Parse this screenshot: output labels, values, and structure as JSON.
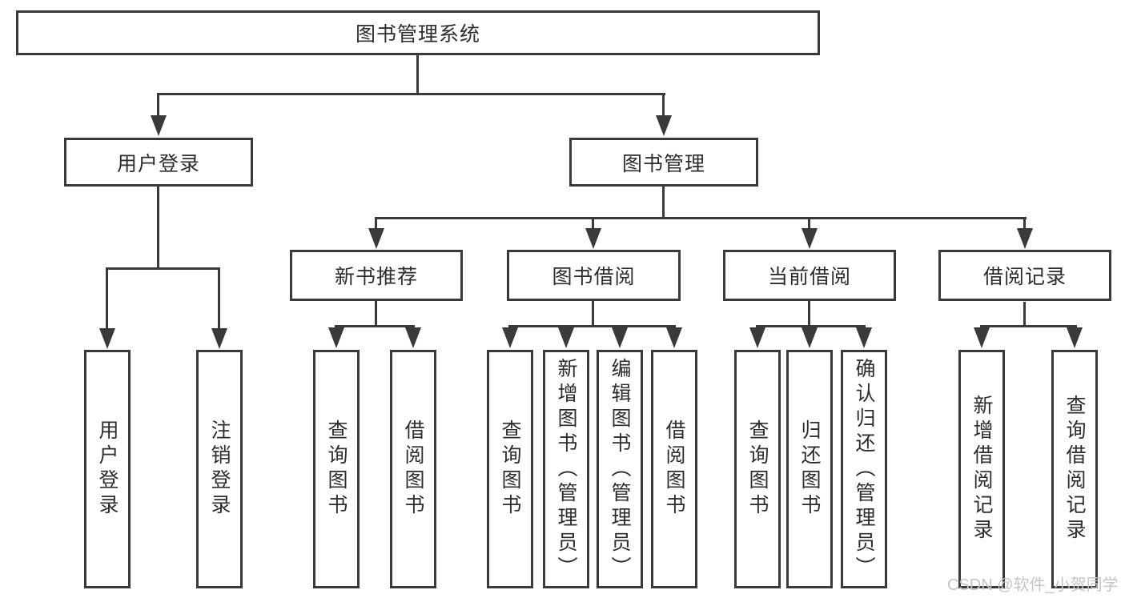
{
  "diagram": {
    "root": {
      "label": "图书管理系统"
    },
    "level1": [
      {
        "label": "用户登录"
      },
      {
        "label": "图书管理"
      }
    ],
    "level2": [
      {
        "label": "新书推荐"
      },
      {
        "label": "图书借阅"
      },
      {
        "label": "当前借阅"
      },
      {
        "label": "借阅记录"
      }
    ],
    "leaves": {
      "user_login": [
        "用户登录",
        "注销登录"
      ],
      "new_book": [
        "查询图书",
        "借阅图书"
      ],
      "book_borrow": [
        "查询图书",
        "新增图书（管理员）",
        "编辑图书（管理员）",
        "借阅图书"
      ],
      "current_borrow": [
        "查询图书",
        "归还图书",
        "确认归还（管理员）"
      ],
      "borrow_records": [
        "新增借阅记录",
        "查询借阅记录"
      ]
    }
  },
  "watermark": {
    "text": "CSDN @软件_小贺同学"
  },
  "colors": {
    "line": "#3a3a3a",
    "text": "#2d2d2d",
    "watermark": "#c3c5c8",
    "background": "#ffffff"
  }
}
